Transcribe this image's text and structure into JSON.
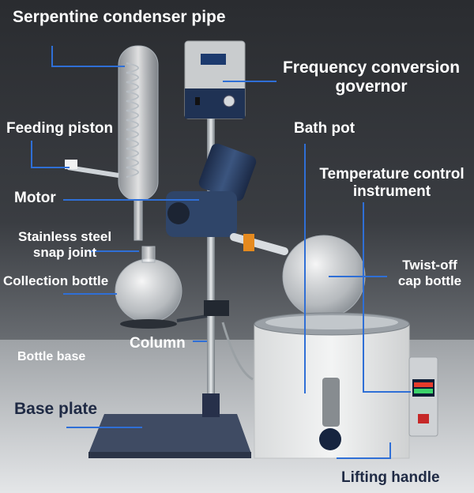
{
  "labels": {
    "serpentine": "Serpentine condenser pipe",
    "frequency_line1": "Frequency conversion",
    "frequency_line2": "governor",
    "feeding_piston": "Feeding piston",
    "bath_pot": "Bath pot",
    "temp_line1": "Temperature control",
    "temp_line2": "instrument",
    "motor": "Motor",
    "snap_line1": "Stainless steel",
    "snap_line2": "snap joint",
    "collection": "Collection bottle",
    "twist_line1": "Twist-off",
    "twist_line2": "cap bottle",
    "column": "Column",
    "bottle_base": "Bottle base",
    "base_plate": "Base plate",
    "lifting_handle": "Lifting handle"
  },
  "colors": {
    "leader_line": "#2f6fd6",
    "label_text": "#ffffff",
    "dark_label_text": "#1f2a44"
  }
}
